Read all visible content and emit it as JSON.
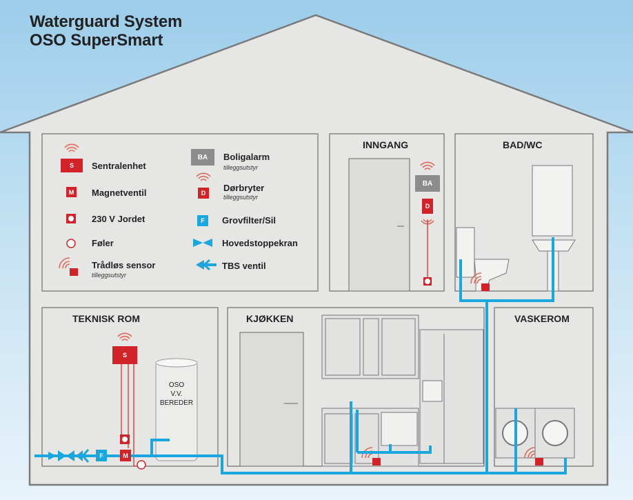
{
  "title": {
    "line1": "Waterguard System",
    "line2": "OSO SuperSmart"
  },
  "rooms": {
    "inngang": "INNGANG",
    "bad_wc": "BAD/WC",
    "teknisk_rom": "TEKNISK ROM",
    "kjokken": "KJØKKEN",
    "vaskerom": "VASKEROM"
  },
  "legend": {
    "sentralenhet": {
      "icon": "S",
      "label": "Sentralenhet"
    },
    "magnetventil": {
      "icon": "M",
      "label": "Magnetventil"
    },
    "jordet": {
      "label": "230 V Jordet"
    },
    "foler": {
      "label": "Føler"
    },
    "tradlos_sensor": {
      "label": "Trådløs sensor",
      "note": "tilleggsutstyr"
    },
    "boligalarm": {
      "icon": "BA",
      "label": "Boligalarm",
      "note": "tilleggsutstyr"
    },
    "dorbryter": {
      "icon": "D",
      "label": "Dørbryter",
      "note": "tilleggsutstyr"
    },
    "grovfilter": {
      "icon": "F",
      "label": "Grovfilter/Sil"
    },
    "hovedstoppekran": {
      "label": "Hovedstoppekran"
    },
    "tbs_ventil": {
      "label": "TBS ventil"
    }
  },
  "devices": {
    "inngang_alarm": "BA",
    "inngang_door": "D",
    "central": "S",
    "valve": "M",
    "filter": "F"
  },
  "water_heater": {
    "line1": "OSO",
    "line2": "V.V.",
    "line3": "BEREDER"
  },
  "colors": {
    "pipe": "#1aa7e0",
    "device_red": "#d2232a",
    "wall": "#e6e6e4",
    "room_border": "#555555",
    "roof_outline": "#777777",
    "alarm_gray": "#8c8c8c"
  }
}
